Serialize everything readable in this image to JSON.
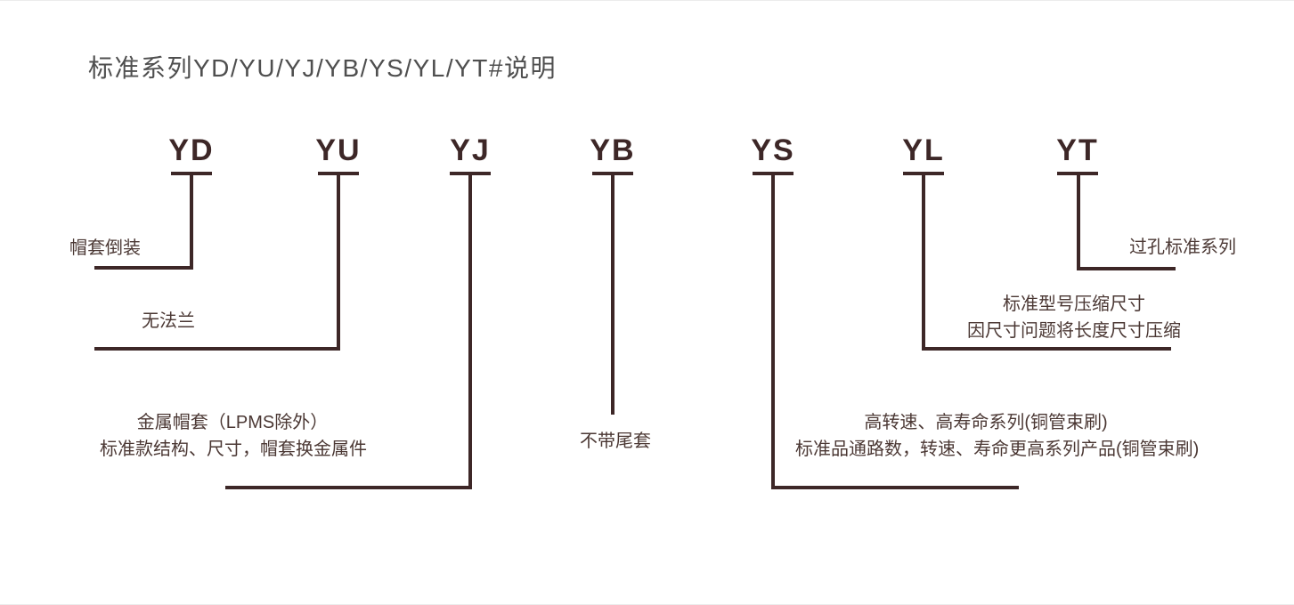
{
  "page": {
    "title": "标准系列YD/YU/YJ/YB/YS/YL/YT#说明"
  },
  "colors": {
    "line": "#3d2727",
    "series_label": "#3d2727",
    "annotation_text": "#4b3834",
    "title_text": "#4f4f4f",
    "background": "#ffffff"
  },
  "series": [
    {
      "code": "YD",
      "description_lines": [
        "帽套倒装"
      ]
    },
    {
      "code": "YU",
      "description_lines": [
        "无法兰"
      ]
    },
    {
      "code": "YJ",
      "description_lines": [
        "金属帽套（LPMS除外）",
        "标准款结构、尺寸，帽套换金属件"
      ]
    },
    {
      "code": "YB",
      "description_lines": [
        "不带尾套"
      ]
    },
    {
      "code": "YS",
      "description_lines": [
        "高转速、高寿命系列(铜管束刷)",
        "标准品通路数，转速、寿命更高系列产品(铜管束刷)"
      ]
    },
    {
      "code": "YL",
      "description_lines": [
        "标准型号压缩尺寸",
        "因尺寸问题将长度尺寸压缩"
      ]
    },
    {
      "code": "YT",
      "description_lines": [
        "过孔标准系列"
      ]
    }
  ]
}
